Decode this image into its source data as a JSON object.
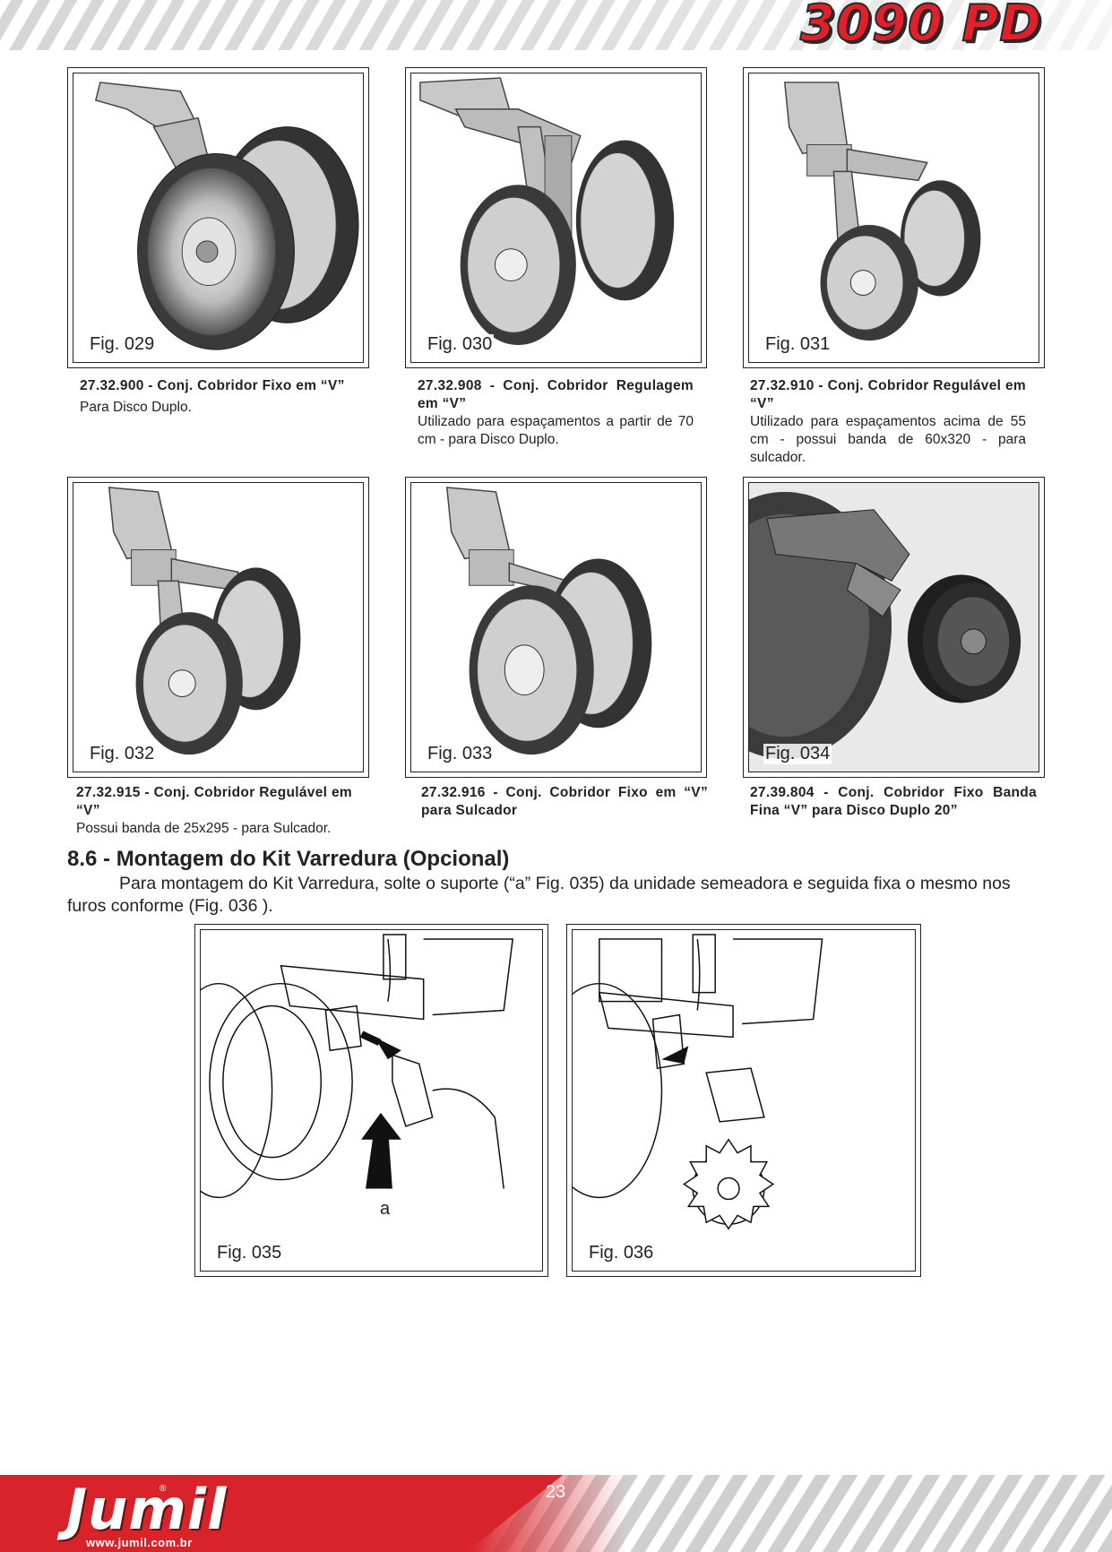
{
  "header": {
    "model_logo": "3090 PD"
  },
  "figures_top": [
    {
      "label": "Fig. 029",
      "code_title": "27.32.900 - Conj. Cobridor Fixo em “V”",
      "description": "Para Disco Duplo."
    },
    {
      "label": "Fig. 030",
      "code_title": "27.32.908 - Conj. Cobridor Regulagem em “V”",
      "description": "Utilizado para espaçamentos a partir de 70 cm - para Disco Duplo."
    },
    {
      "label": "Fig. 031",
      "code_title": "27.32.910 - Conj. Cobridor Regulável em “V”",
      "description": "Utilizado para espaçamentos acima de 55 cm - possui banda de 60x320 - para sulcador."
    }
  ],
  "figures_mid": [
    {
      "label": "Fig. 032",
      "code_title": "27.32.915 - Conj. Cobridor Regulável em “V”",
      "description": "Possui banda de 25x295 - para Sulcador."
    },
    {
      "label": "Fig. 033",
      "code_title": "27.32.916 - Conj. Cobridor Fixo em “V” para Sulcador",
      "description": ""
    },
    {
      "label": "Fig. 034",
      "code_title": "27.39.804 - Conj. Cobridor Fixo Banda Fina “V” para Disco Duplo 20”",
      "description": ""
    }
  ],
  "section": {
    "title": "8.6 - Montagem do Kit Varredura (Opcional)",
    "paragraph": "Para montagem do Kit Varredura, solte o suporte (“a” Fig. 035) da unidade semeadora e seguida fixa o mesmo nos furos conforme (Fig. 036 )."
  },
  "figures_bottom": [
    {
      "label": "Fig. 035",
      "callout": "a"
    },
    {
      "label": "Fig. 036"
    }
  ],
  "footer": {
    "brand": "Jumil",
    "url": "www.jumil.com.br",
    "page_number": "23"
  },
  "colors": {
    "brand_red": "#d8232a",
    "text": "#222222"
  }
}
